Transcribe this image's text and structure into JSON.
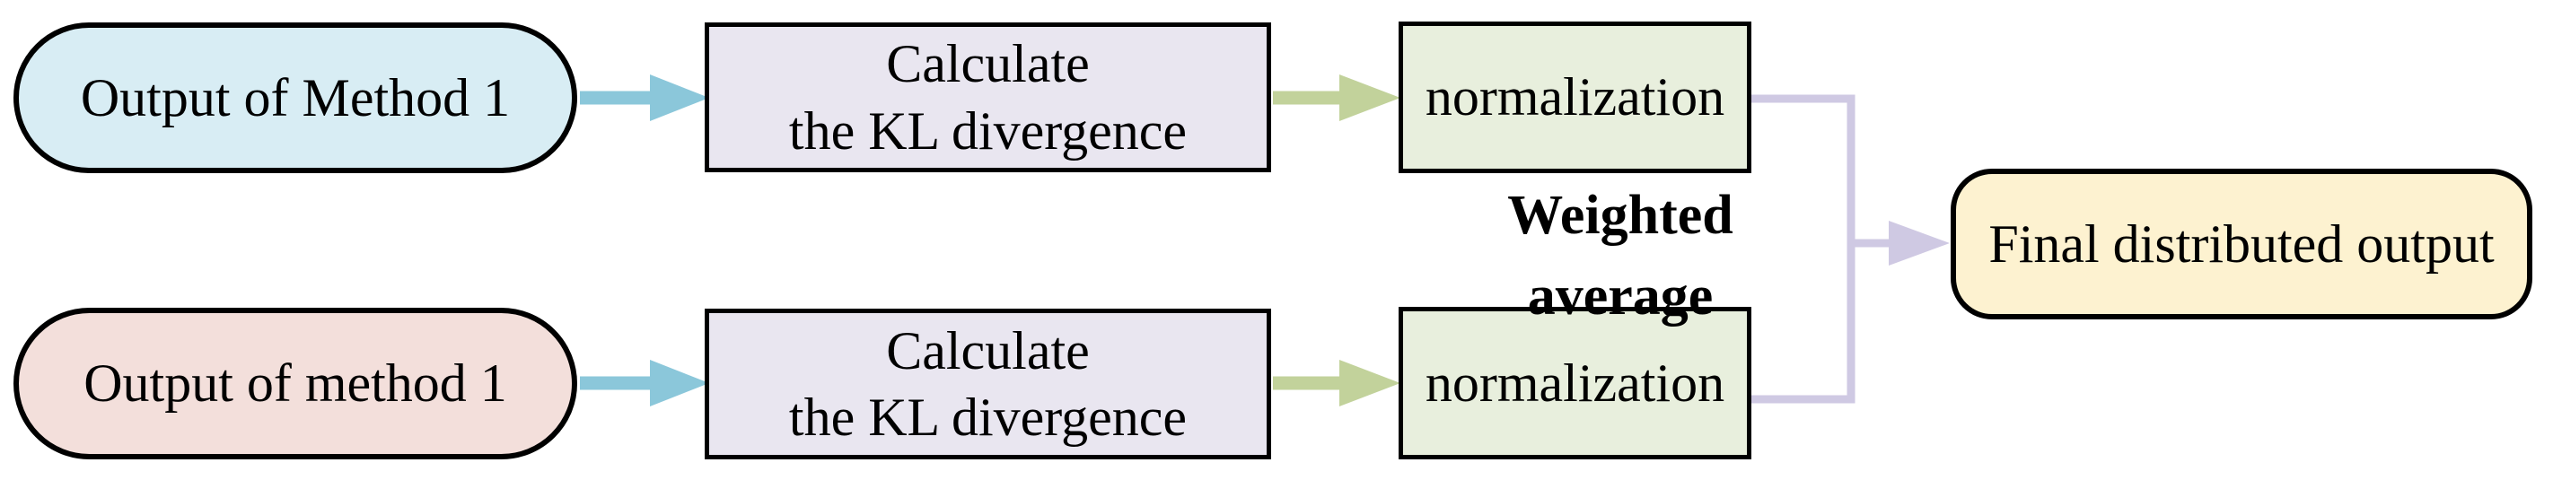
{
  "figure": {
    "type": "flowchart",
    "background": "#ffffff",
    "description_visible_text_only": true
  },
  "colors": {
    "arrow_blue": "#8bc7da",
    "arrow_green": "#c2d29b",
    "connector_purple": "#cfc9e3",
    "border_black": "#000000",
    "pill_top_fill": "#d8edf4",
    "pill_bottom_fill": "#f3dfdb",
    "process_fill": "#e9e6f0",
    "normalize_fill": "#e8efdd",
    "final_fill": "#fdf2d0"
  },
  "nodes": {
    "output_top": {
      "label": "Output of Method 1",
      "shape": "stadium",
      "fill": "#d8edf4"
    },
    "output_bottom": {
      "label": "Output of method 1",
      "shape": "stadium",
      "fill": "#f3dfdb"
    },
    "kl_top": {
      "label": "Calculate\nthe KL divergence",
      "shape": "rect",
      "fill": "#e9e6f0"
    },
    "kl_bottom": {
      "label": "Calculate\nthe KL divergence",
      "shape": "rect",
      "fill": "#e9e6f0"
    },
    "norm_top": {
      "label": "normalization",
      "shape": "rect",
      "fill": "#e8efdd"
    },
    "norm_bottom": {
      "label": "normalization",
      "shape": "rect",
      "fill": "#e8efdd"
    },
    "final": {
      "label": "Final distributed output",
      "shape": "rounded-rect",
      "fill": "#fdf2d0"
    }
  },
  "annotations": {
    "weighted_average": "Weighted\naverage"
  },
  "edges": [
    {
      "from": "output_top",
      "to": "kl_top",
      "style": "straight-arrow",
      "color": "#8bc7da"
    },
    {
      "from": "kl_top",
      "to": "norm_top",
      "style": "straight-arrow",
      "color": "#c2d29b"
    },
    {
      "from": "output_bottom",
      "to": "kl_bottom",
      "style": "straight-arrow",
      "color": "#8bc7da"
    },
    {
      "from": "kl_bottom",
      "to": "norm_bottom",
      "style": "straight-arrow",
      "color": "#c2d29b"
    },
    {
      "from": "norm_top",
      "to": "final",
      "style": "elbow-merge-arrow",
      "color": "#cfc9e3",
      "label": "Weighted\naverage"
    },
    {
      "from": "norm_bottom",
      "to": "final",
      "style": "elbow-merge-arrow",
      "color": "#cfc9e3",
      "label": "Weighted\naverage"
    }
  ]
}
